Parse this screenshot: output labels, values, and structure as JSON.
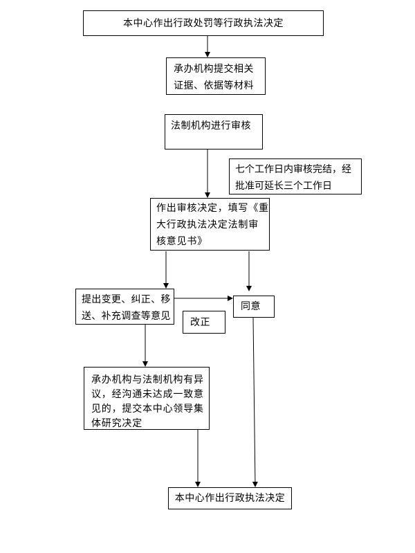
{
  "diagram": {
    "nodes": [
      {
        "id": "start",
        "text": "本中心作出行政处罚等行政执法决定"
      },
      {
        "id": "submit",
        "text": "承办机构提交相关\n证据、依据等材料"
      },
      {
        "id": "review",
        "text": "法制机构进行审核"
      },
      {
        "id": "time_note",
        "text": "七个工作日内审核完结，经\n批准可延长三个工作日"
      },
      {
        "id": "decision",
        "text": "作出审核决定，填写《重\n大行政执法决定法制审\n核意见书》"
      },
      {
        "id": "suggest",
        "text": "提出变更、纠正、移\n送、补充调查等意见"
      },
      {
        "id": "agree",
        "text": "同意"
      },
      {
        "id": "correct",
        "text": "改正"
      },
      {
        "id": "dispute",
        "text": "承办机构与法制机构有异\n议，经沟通未达成一致意\n见的，提交本中心领导集\n体研究决定"
      },
      {
        "id": "final",
        "text": "本中心作出行政执法决定"
      }
    ],
    "edges": [
      {
        "from": "start",
        "to": "submit"
      },
      {
        "from": "review",
        "to": "decision"
      },
      {
        "from": "decision",
        "to": "suggest"
      },
      {
        "from": "decision",
        "to": "agree"
      },
      {
        "from": "suggest",
        "to": "agree"
      },
      {
        "from": "suggest",
        "to": "dispute"
      },
      {
        "from": "dispute",
        "to": "final"
      },
      {
        "from": "agree",
        "to": "final"
      }
    ],
    "colors": {
      "line": "#000000",
      "background": "#ffffff"
    }
  }
}
